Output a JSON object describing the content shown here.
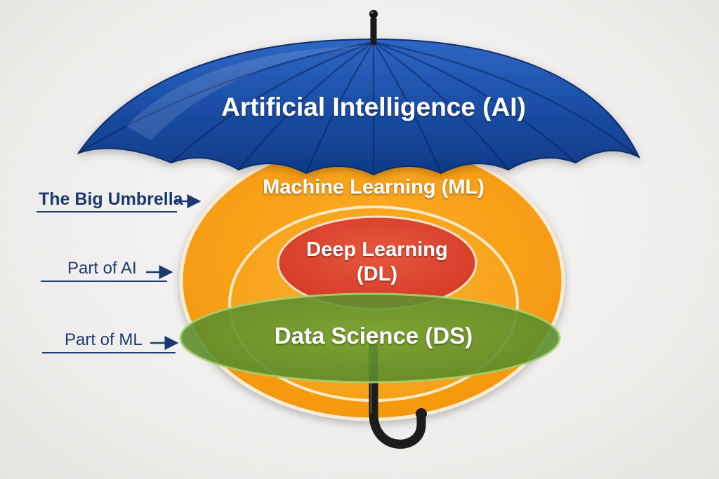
{
  "diagram": {
    "title_concept": "AI umbrella diagram",
    "umbrella": {
      "label": "Artificial Intelligence (AI)",
      "color": "#1c50a8"
    },
    "rings": [
      {
        "id": "ml",
        "label": "Machine Learning (ML)",
        "color": "#f3930a"
      },
      {
        "id": "dl",
        "label_line1": "Deep Learning",
        "label_line2": "(DL)",
        "color": "#d93a2b"
      },
      {
        "id": "ds",
        "label": "Data Science (DS)",
        "color": "#5a8f2b"
      }
    ],
    "annotations": [
      {
        "label": "The Big Umbrella",
        "target": "ai",
        "color": "#1d3a70"
      },
      {
        "label": "Part of AI",
        "target": "ml",
        "color": "#1d3a70"
      },
      {
        "label": "Part of ML",
        "target": "dl",
        "color": "#1d3a70"
      }
    ]
  }
}
